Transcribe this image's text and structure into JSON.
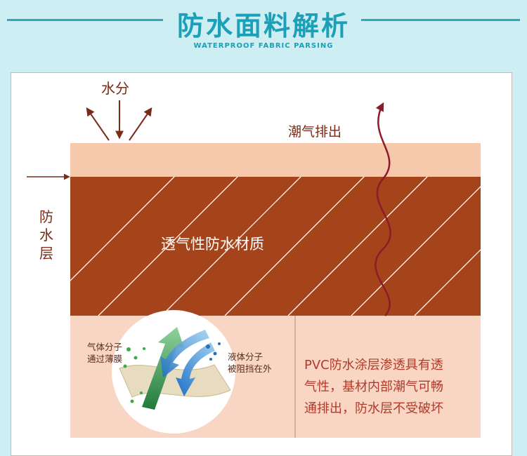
{
  "header": {
    "title": "防水面料解析",
    "subtitle": "WATERPROOF FABRIC PARSING"
  },
  "diagram": {
    "moisture_label": "水分",
    "vapor_label": "潮气排出",
    "layer_label": "防水层",
    "material_label": "透气性防水材质",
    "gas_label": [
      "气体分子",
      "通过薄膜"
    ],
    "liquid_label": [
      "液体分子",
      "被阻挡在外"
    ],
    "description": [
      "PVC防水涂层渗透具有透",
      "气性，基材内部潮气可畅",
      "通排出，防水层不受破坏"
    ]
  },
  "colors": {
    "background": "#cdeef3",
    "accent": "#1aa0b8",
    "top_layer": "#f6c9ad",
    "material_layer": "#a5441b",
    "bottom_layer": "#f8d6c3",
    "arrow": "#7a2a16",
    "vapor_arrow": "#8e1a2a"
  }
}
